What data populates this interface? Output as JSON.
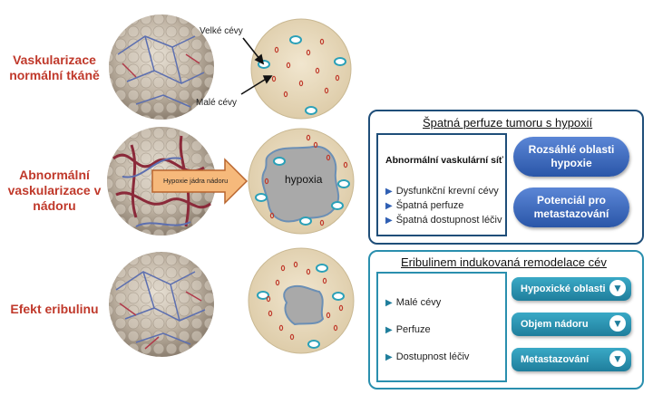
{
  "rows": {
    "normal": "Vaskularizace normální tkáně",
    "tumor": "Abnormální vaskularizace v nádoru",
    "eribulin": "Efekt eribulinu"
  },
  "annotations": {
    "large_vessels": "Velké cévy",
    "small_vessels": "Malé cévy",
    "hypoxia": "hypoxia",
    "arrow_label": "Hypoxie jádra nádoru"
  },
  "panel1": {
    "title": "Špatná perfuze tumoru s hypoxií",
    "box_heading": "Abnormální vaskulární síť",
    "bullets": [
      "Dysfunkční krevní cévy",
      "Špatná perfuze",
      "Špatná dostupnost léčiv"
    ],
    "pills": [
      "Rozsáhlé oblasti hypoxie",
      "Potenciál pro metastazování"
    ]
  },
  "panel2": {
    "title": "Eribulinem indukovaná remodelace cév",
    "bullets": [
      "Malé cévy",
      "Perfuze",
      "Dostupnost léčiv"
    ],
    "outcomes": [
      "Hypoxické oblasti",
      "Objem nádoru",
      "Metastazování"
    ]
  },
  "colors": {
    "row_label": "#c0392b",
    "panel_border": "#1f4e79",
    "pill": "#2a56a8",
    "teal": "#1f7e9c",
    "disc": "#e8d8b8"
  }
}
